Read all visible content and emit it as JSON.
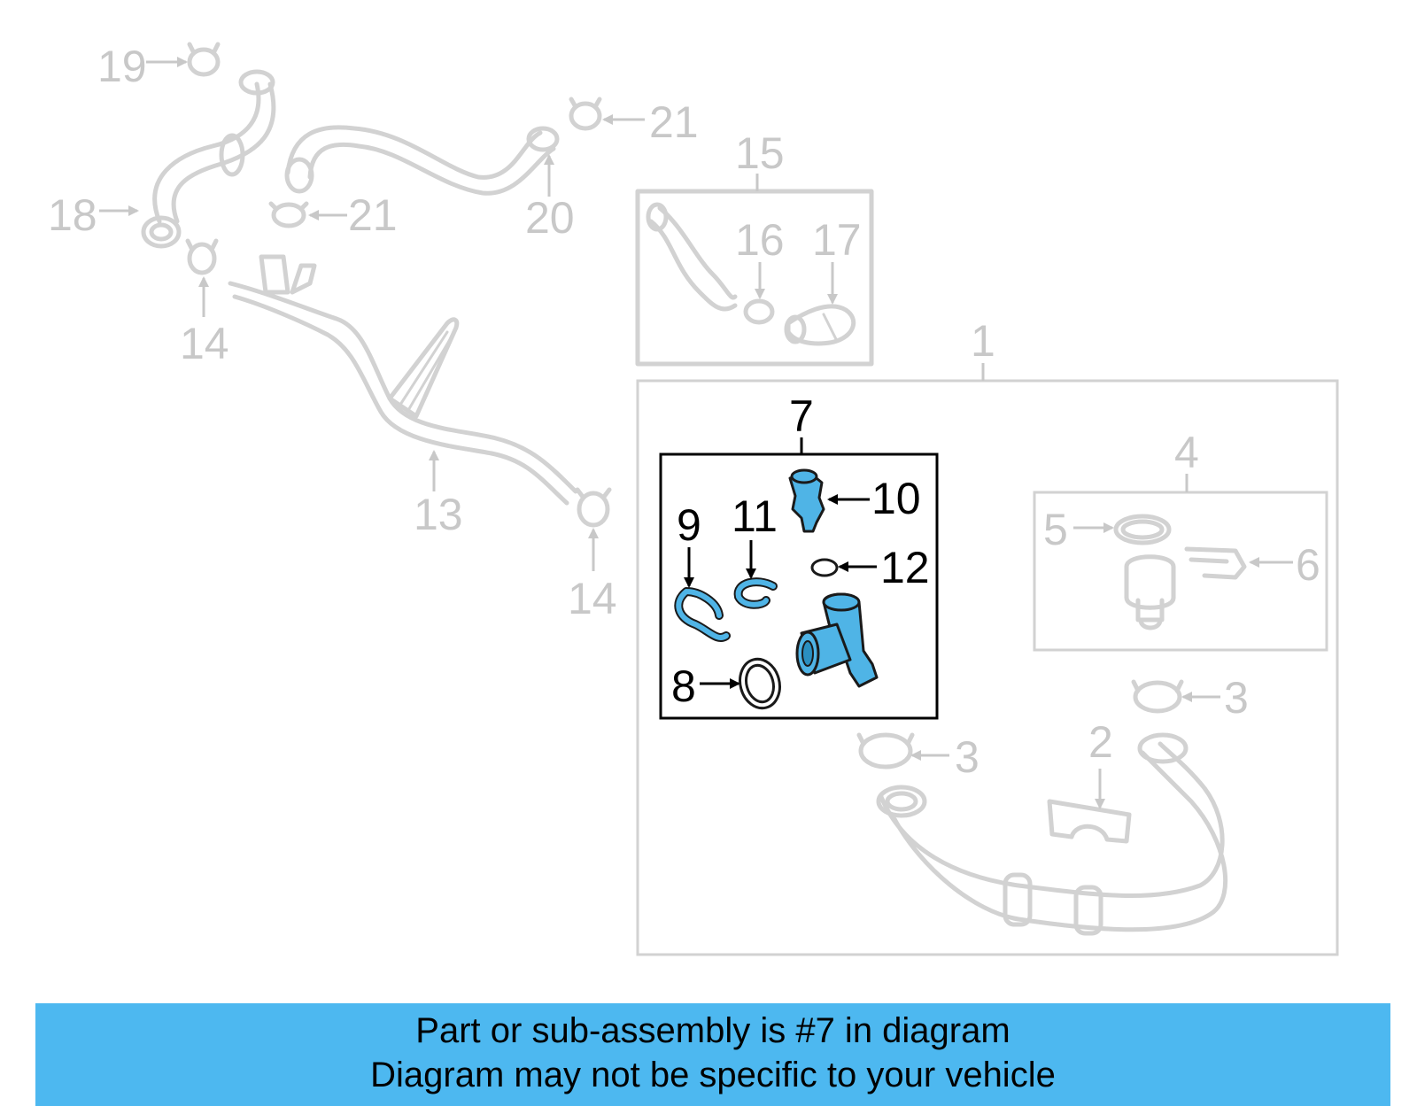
{
  "colors": {
    "banner_background": "#4db8f0",
    "highlight_part": "#4fb4e6",
    "faded_part": "#d2d2d2",
    "faded_text": "#c8c8c8"
  },
  "callouts": {
    "c1": "1",
    "c2": "2",
    "c3a": "3",
    "c3b": "3",
    "c4": "4",
    "c5": "5",
    "c6": "6",
    "c7": "7",
    "c8": "8",
    "c9": "9",
    "c10": "10",
    "c11": "11",
    "c12": "12",
    "c13": "13",
    "c14a": "14",
    "c14b": "14",
    "c15": "15",
    "c16": "16",
    "c17": "17",
    "c18": "18",
    "c19": "19",
    "c20": "20",
    "c21a": "21",
    "c21b": "21"
  },
  "banner": {
    "line1": "Part or sub-assembly is #7 in diagram",
    "line2": "Diagram may not be specific to your vehicle"
  }
}
